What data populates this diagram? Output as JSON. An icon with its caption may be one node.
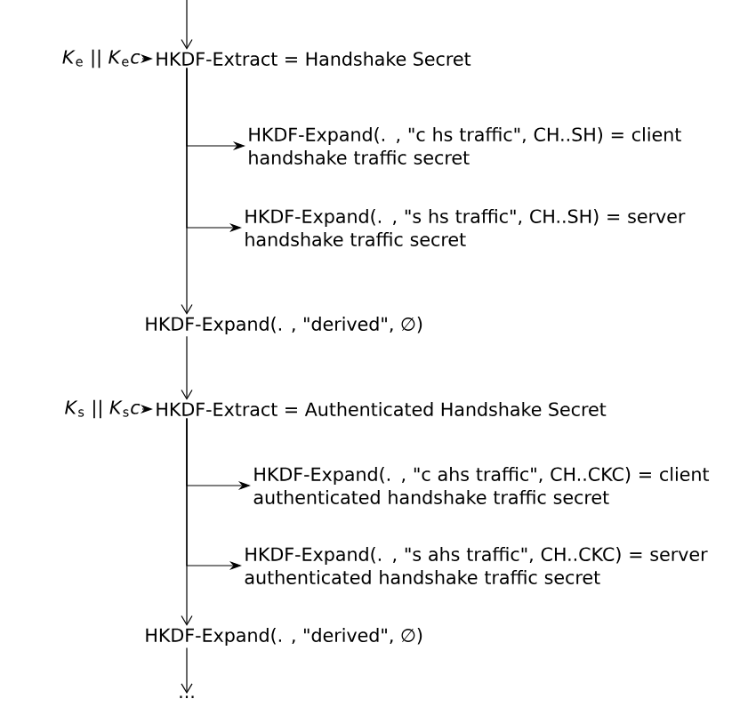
{
  "diagram": {
    "nodes": [
      {
        "text": [
          "*K*$_{e}$ || *K*$_{e}$*c*"
        ]
      },
      {
        "text": [
          "HKDF-Extract = Handshake Secret"
        ]
      },
      {
        "text": [
          "HKDF-Expand(. , \"c hs traffic\", CH..SH) = client handshake traffic secret"
        ]
      },
      {
        "text": [
          "HKDF-Expand(. , \"s hs traffic\", CH..SH) = server handshake traffic secret"
        ]
      },
      {
        "text": [
          "HKDF-Expand(. , \"derived\", ∅)"
        ]
      },
      {
        "text": [
          "*K*$_{s}$ || *K*$_{s}$*c*"
        ]
      },
      {
        "text": [
          "HKDF-Extract = Authenticated Handshake Secret"
        ]
      },
      {
        "text": [
          "HKDF-Expand(. , \"c ahs traffic\", CH..CKC) = client authenticated handshake traffic secret"
        ]
      },
      {
        "text": [
          "HKDF-Expand(. , \"s ahs traffic\", CH..CKC) = server authenticated handshake traffic secret"
        ]
      },
      {
        "text": [
          "HKDF-Expand(. , \"derived\", ∅)"
        ]
      },
      {
        "text": [
          "..."
        ]
      }
    ],
    "edges": [
      {
        "from": null,
        "to": 1,
        "arrow": "to"
      },
      {
        "from": 0,
        "to": 1,
        "arrow": "to"
      },
      {
        "from": 1,
        "to": 2,
        "arrow": "to"
      },
      {
        "from": 1,
        "to": 3,
        "arrow": "to"
      },
      {
        "from": 1,
        "to": 4,
        "arrow": "to"
      },
      {
        "from": 4,
        "to": 6,
        "arrow": "to"
      },
      {
        "from": 5,
        "to": 6,
        "arrow": "to"
      },
      {
        "from": 6,
        "to": 7,
        "arrow": "to"
      },
      {
        "from": 6,
        "to": 8,
        "arrow": "to"
      },
      {
        "from": 6,
        "to": 9,
        "arrow": "to"
      },
      {
        "from": 9,
        "to": 10,
        "arrow": "to"
      }
    ]
  }
}
